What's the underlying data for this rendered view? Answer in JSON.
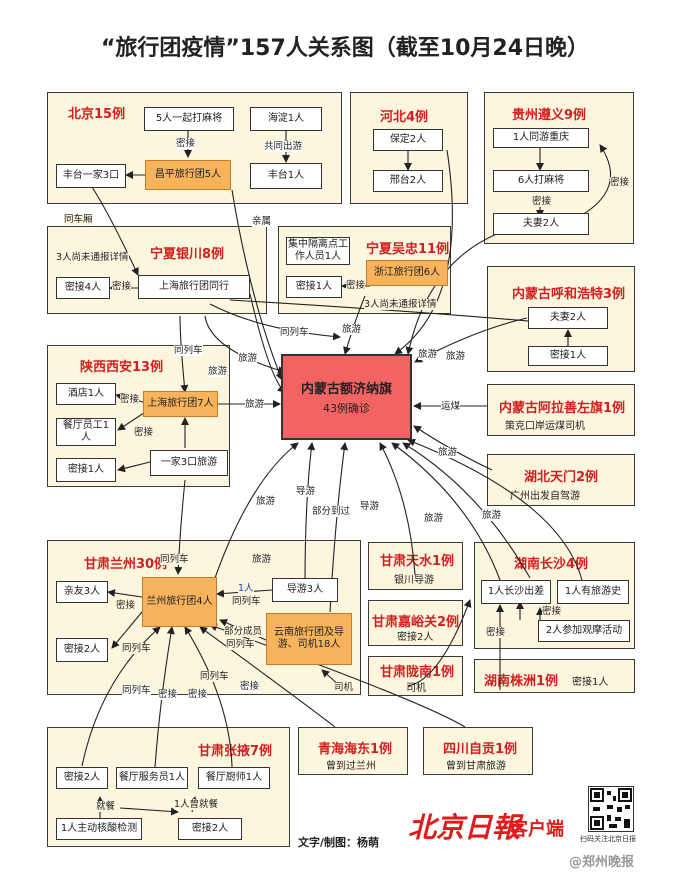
{
  "title": "“旅行团疫情”157人关系图（截至10月24日晚）",
  "center": {
    "name": "内蒙古额济纳旗",
    "count": "43例确诊"
  },
  "groups": {
    "beijing": "北京15例",
    "hebei": "河北4例",
    "guizhou": "贵州遵义9例",
    "ningxia_yc": "宁夏银川8例",
    "ningxia_wz": "宁夏吴忠11例",
    "nmg_hhht": "内蒙古呼和浩特3例",
    "shaanxi": "陕西西安13例",
    "nmg_alsz": "内蒙古阿拉善左旗1例",
    "hubei": "湖北天门2例",
    "lanzhou": "甘肃兰州30例",
    "tianshui": "甘肃天水1例",
    "jiayuguan": "甘肃嘉峪关2例",
    "longnan": "甘肃陇南1例",
    "changsha": "湖南长沙4例",
    "zhuzhou": "湖南株洲1例",
    "zhangye": "甘肃张掖7例",
    "haidong": "青海海东1例",
    "zigong": "四川自贡1例"
  },
  "nodes": {
    "bj_mahjong": "5人一起打麻将",
    "bj_haidian": "海淀1人",
    "bj_fengtai3": "丰台一家3口",
    "bj_changping": "昌平旅行团5人",
    "bj_fengtai1": "丰台1人",
    "hb_baoding": "保定2人",
    "hb_xingtai": "邢台2人",
    "gz_chongqing": "1人同游重庆",
    "gz_mahjong": "6人打麻将",
    "gz_couple": "夫妻2人",
    "yc_close4": "密接4人",
    "yc_shanghai": "上海旅行团同行",
    "wz_quarantine": "集中隔离点工作人员1人",
    "wz_close1": "密接1人",
    "wz_zhejiang": "浙江旅行团6人",
    "hh_couple": "夫妻2人",
    "hh_close1": "密接1人",
    "sx_hotel": "酒店1人",
    "sx_shanghai": "上海旅行团7人",
    "sx_staff": "餐厅员工1人",
    "sx_close1": "密接1人",
    "sx_family3": "一家3口旅游",
    "alsz_driver": "策克口岸运煤司机",
    "hub_guangzhou": "广州出发自驾游",
    "lz_relatives": "亲友3人",
    "lz_tour": "兰州旅行团4人",
    "lz_close2": "密接2人",
    "lz_guide3": "导游3人",
    "lz_yunnan": "云南旅行团及导游、司机18人",
    "ts_guide": "银川导游",
    "jyg_close2": "密接2人",
    "ln_driver": "司机",
    "cs_trip": "1人长沙出差",
    "cs_history": "1人有旅游史",
    "cs_event": "2人参加观摩活动",
    "zz_close1": "密接1人",
    "zy_close2": "密接2人",
    "zy_waiter": "餐厅服务员1人",
    "zy_chef": "餐厅厨师1人",
    "zy_test": "1人主动核酸检测",
    "zy_close2b": "密接2人",
    "hd_lanzhou": "曾到过兰州",
    "zg_gansu": "曾到甘肃旅游"
  },
  "labels": {
    "close": "密接",
    "tour": "旅游",
    "same_train": "同列车",
    "same_car": "同车厢",
    "relative": "亲属",
    "travel_together": "共同出游",
    "unreported_yc": "3人尚未通报详情",
    "unreported_wz": "3人尚未通报详情",
    "coal": "运煤",
    "guide": "导游",
    "passing": "部分到过",
    "dining": "就餐",
    "one_dining": "1人曾就餐",
    "one_person": "1人",
    "partial_member": "部分成员",
    "driver": "司机"
  },
  "footer": {
    "credit": "文字/制图：杨萌",
    "brand": "北京日報",
    "brand_suffix": "客户端",
    "qr_caption": "扫码关注北京日报",
    "watermark": "@郑州晚报"
  },
  "colors": {
    "red_text": "#d31f1f",
    "orange_node": "#f7b35c",
    "center_fill": "#f26363",
    "group_bg": "#fdf6df"
  }
}
